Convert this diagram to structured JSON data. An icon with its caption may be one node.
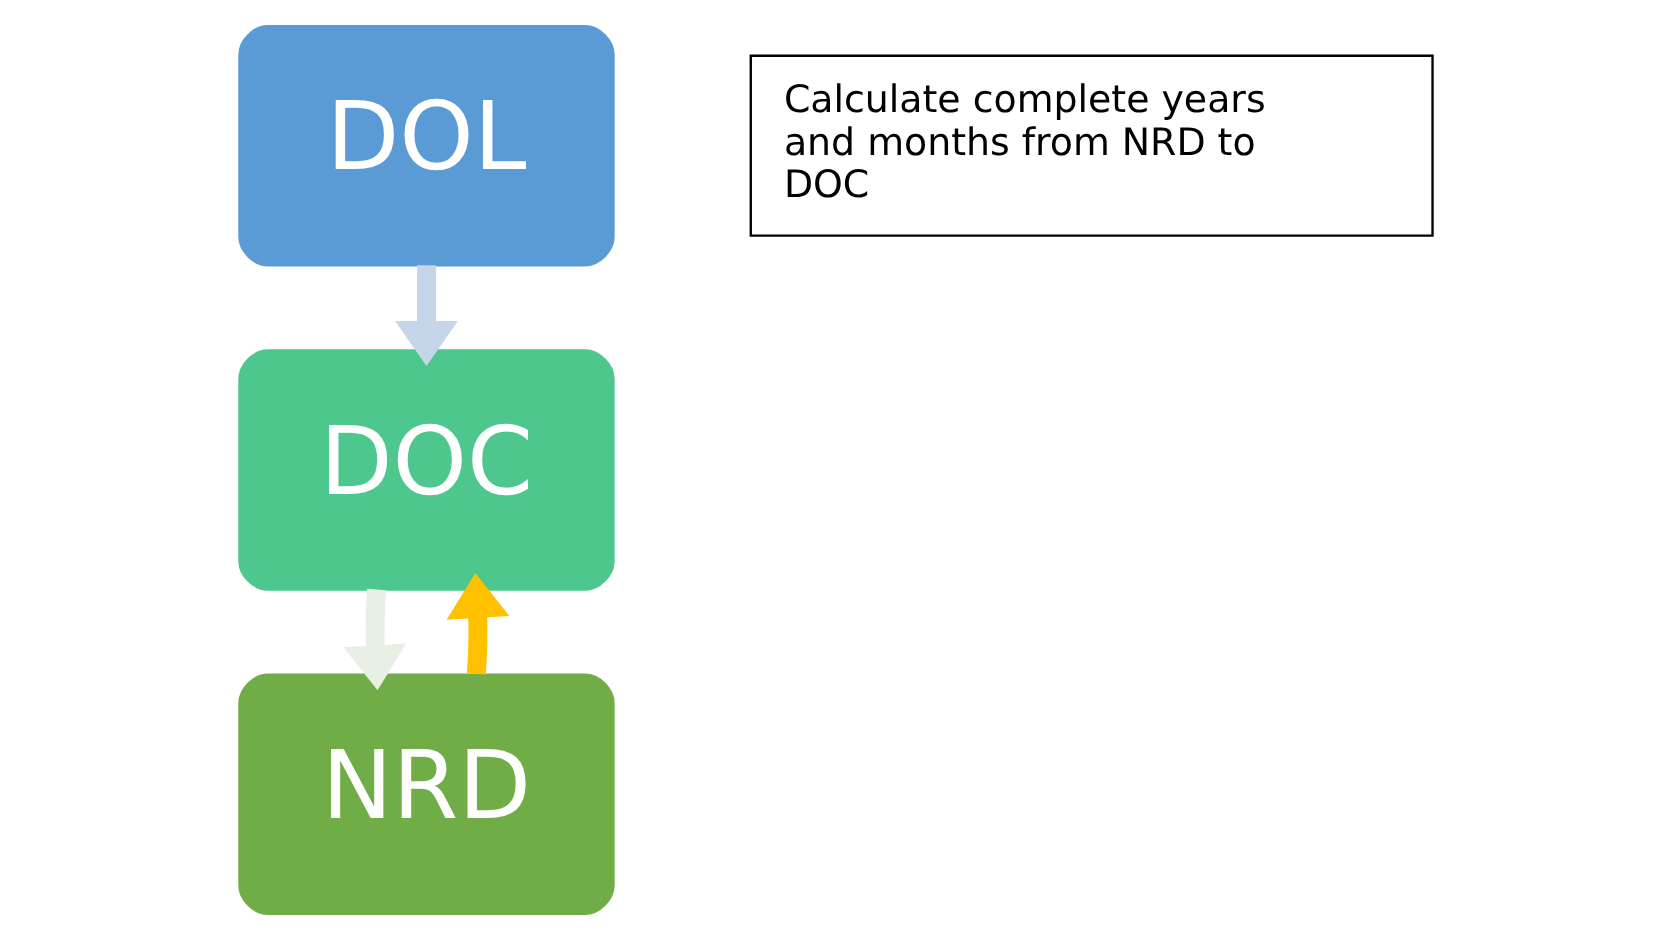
{
  "diagram": {
    "nodes": [
      {
        "text": [
          "DOL"
        ]
      },
      {
        "text": [
          "DOC"
        ]
      },
      {
        "text": [
          "NRD"
        ]
      },
      {
        "text": [
          "Calculate complete years and months from NRD to DOC"
        ]
      }
    ],
    "edges": [
      {
        "from": 0,
        "to": 1,
        "arrow": "to",
        "color": "#c5d5ea"
      },
      {
        "from": 1,
        "to": 2,
        "arrow": "to",
        "color": "#e8efe5"
      },
      {
        "from": 2,
        "to": 1,
        "arrow": "to",
        "color": "#ffc000"
      }
    ]
  }
}
